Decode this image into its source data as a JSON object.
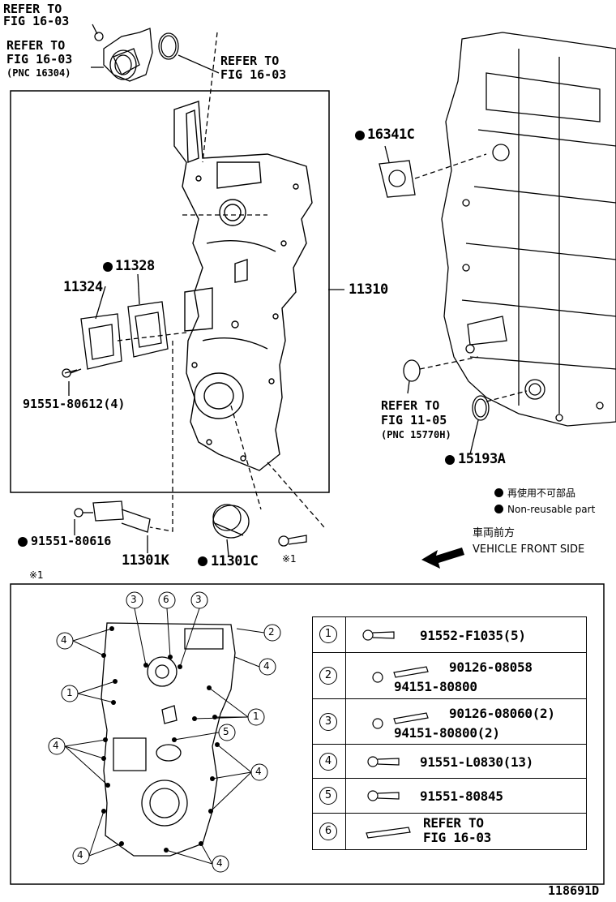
{
  "labels": {
    "refer_top1": [
      "REFER TO",
      "FIG 16-03"
    ],
    "refer_top2": [
      "REFER TO",
      "FIG 16-03",
      "(PNC 16304)"
    ],
    "refer_top3": [
      "REFER TO",
      "FIG 16-03"
    ],
    "p16341c": "16341C",
    "p11328": "11328",
    "p11324": "11324",
    "p11310": "11310",
    "p91551_80612": "91551-80612(4)",
    "refer_mid": [
      "REFER TO",
      "FIG 11-05",
      "(PNC 15770H)"
    ],
    "p15193a": "15193A",
    "p91551_80616": "91551-80616",
    "p11301k": "11301K",
    "p11301c": "11301C",
    "note_mark": "※1",
    "legend_jp": "再使用不可部品",
    "legend_en": "Non-reusable part",
    "front_jp": "車両前方",
    "front_en": "VEHICLE FRONT SIDE",
    "detail_mark": "※1",
    "figure_id": "118691D"
  },
  "callouts": [
    "1",
    "2",
    "3",
    "4",
    "5",
    "6"
  ],
  "table": [
    {
      "num": "1",
      "parts": [
        "91552-F1035(5)"
      ]
    },
    {
      "num": "2",
      "parts": [
        "90126-08058",
        "94151-80800"
      ]
    },
    {
      "num": "3",
      "parts": [
        "90126-08060(2)",
        "94151-80800(2)"
      ]
    },
    {
      "num": "4",
      "parts": [
        "91551-L0830(13)"
      ]
    },
    {
      "num": "5",
      "parts": [
        "91551-80845"
      ]
    },
    {
      "num": "6",
      "parts": [
        "REFER TO",
        "FIG 16-03"
      ]
    }
  ]
}
